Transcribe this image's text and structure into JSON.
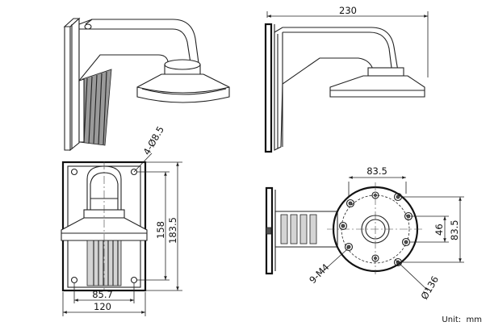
{
  "dimensions": {
    "width_top": "230",
    "holes": "4-Ø8.5",
    "height_158": "158",
    "height_183": "183.5",
    "hole_spacing": "85.7",
    "width_120": "120",
    "dia_835_top": "83.5",
    "dia_835_side": "83.5",
    "d46": "46",
    "screws": "9-M4",
    "dia_136": "Ø136"
  },
  "units_label": "Unit:  mm"
}
